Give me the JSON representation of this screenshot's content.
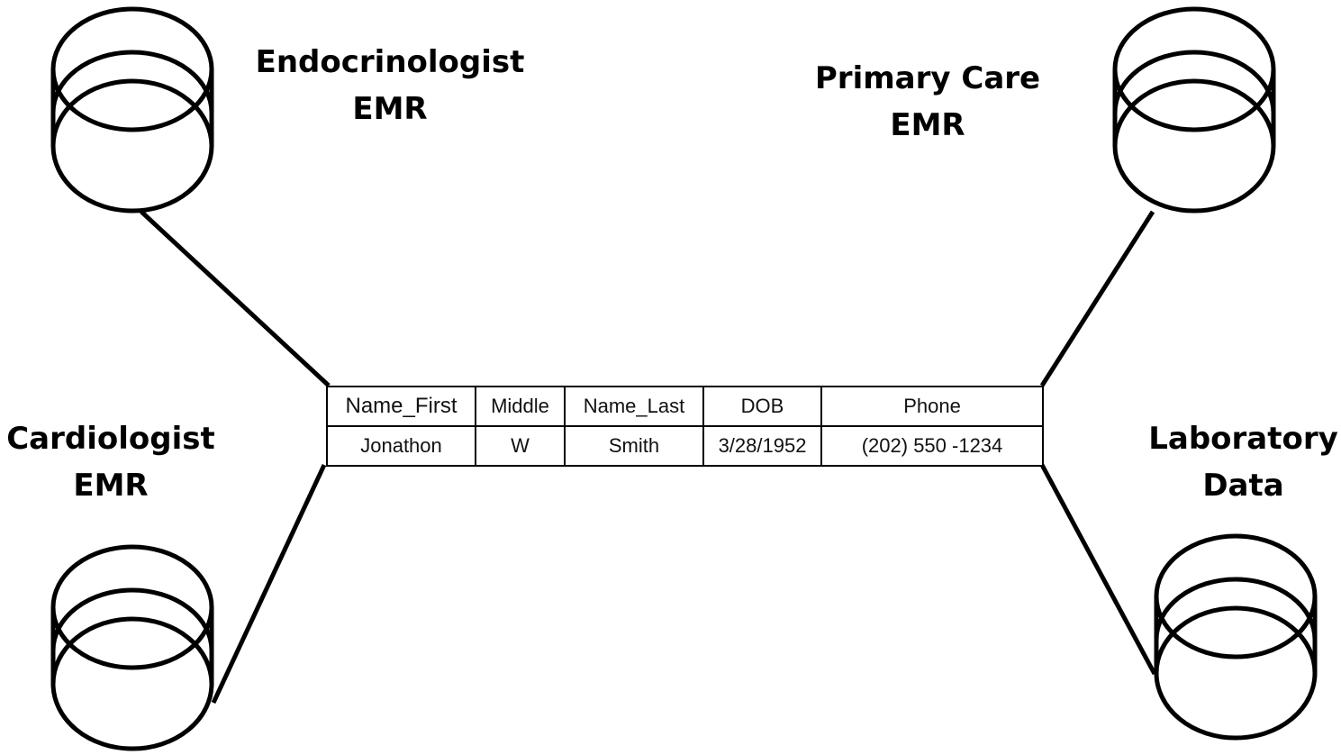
{
  "databases": [
    {
      "id": "endocrinologist",
      "label_lines": [
        "Endocrinologist",
        "EMR"
      ]
    },
    {
      "id": "primary-care",
      "label_lines": [
        "Primary Care",
        "EMR"
      ]
    },
    {
      "id": "cardiologist",
      "label_lines": [
        "Cardiologist",
        "EMR"
      ]
    },
    {
      "id": "laboratory",
      "label_lines": [
        "Laboratory",
        "Data"
      ]
    }
  ],
  "record": {
    "headers": [
      "Name_First",
      "Middle",
      "Name_Last",
      "DOB",
      "Phone"
    ],
    "row": [
      "Jonathon",
      "W",
      "Smith",
      "3/28/1952",
      "(202) 550 -1234"
    ]
  }
}
